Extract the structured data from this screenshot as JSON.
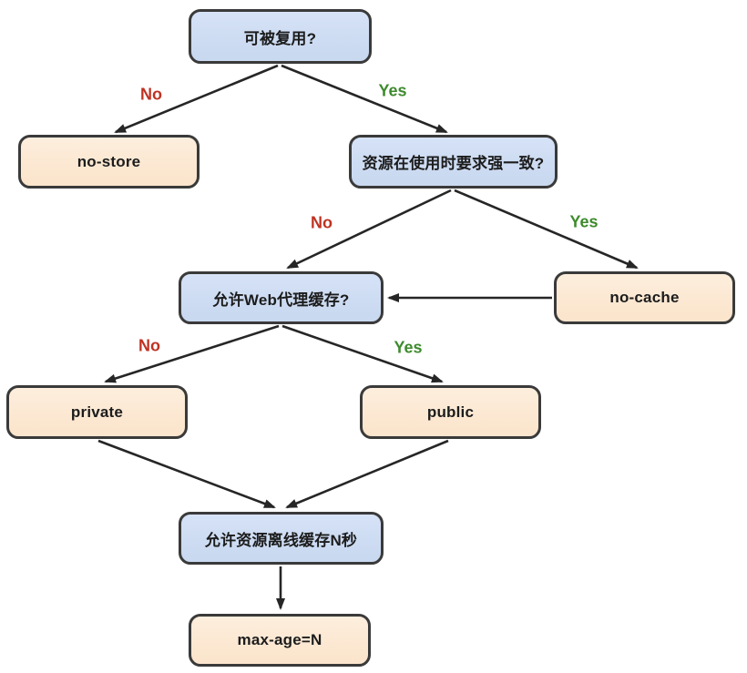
{
  "diagram": {
    "nodes": {
      "reusable": {
        "label": "可被复用?",
        "kind": "decision"
      },
      "no_store": {
        "label": "no-store",
        "kind": "result"
      },
      "strong_consistency": {
        "label": "资源在使用时要求强一致?",
        "kind": "decision"
      },
      "web_proxy": {
        "label": "允许Web代理缓存?",
        "kind": "decision"
      },
      "no_cache": {
        "label": "no-cache",
        "kind": "result"
      },
      "private_node": {
        "label": "private",
        "kind": "result"
      },
      "public_node": {
        "label": "public",
        "kind": "result"
      },
      "offline_cache": {
        "label": "允许资源离线缓存N秒",
        "kind": "decision"
      },
      "max_age": {
        "label": "max-age=N",
        "kind": "result"
      }
    },
    "edge_labels": {
      "reusable_no": "No",
      "reusable_yes": "Yes",
      "consistency_no": "No",
      "consistency_yes": "Yes",
      "proxy_no": "No",
      "proxy_yes": "Yes"
    },
    "colors": {
      "decision_fill": "#c9d9f0",
      "result_fill": "#fbe5cd",
      "node_border": "#3a3a3a",
      "arrow": "#262626",
      "no_label": "#bf3222",
      "yes_label": "#3e8b2d",
      "text": "#1c1c1c",
      "background": "#ffffff"
    }
  }
}
